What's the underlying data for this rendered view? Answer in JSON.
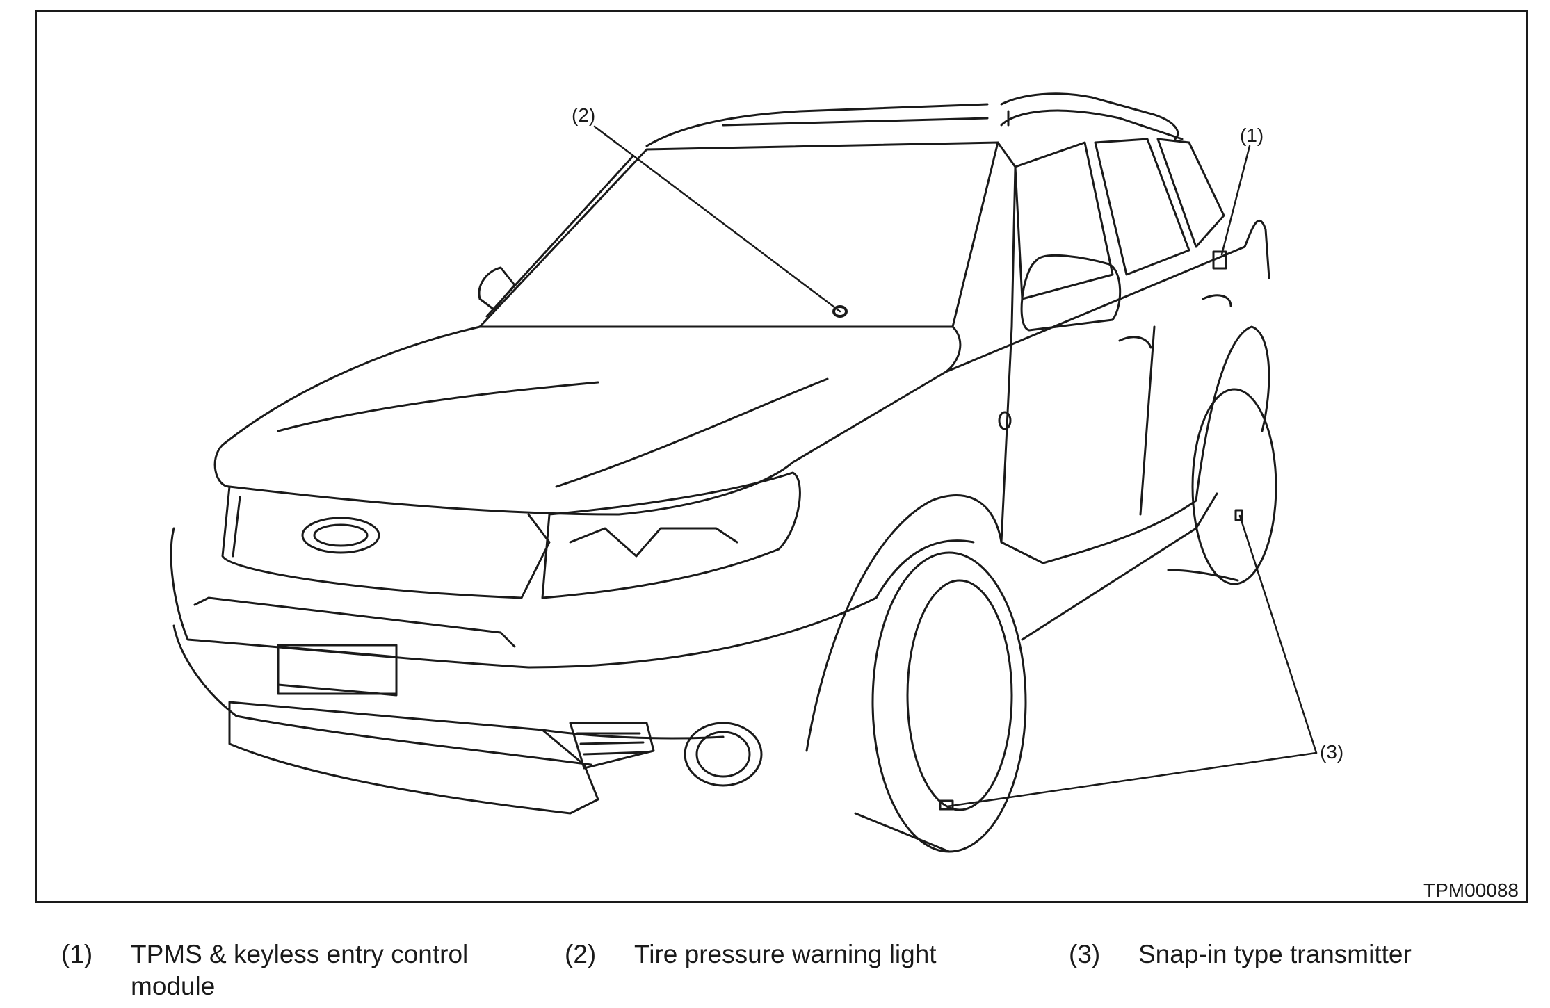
{
  "figure": {
    "code": "TPM00088",
    "callouts": {
      "c1": "(1)",
      "c2": "(2)",
      "c3": "(3)"
    }
  },
  "legend": [
    {
      "num": "(1)",
      "line1": "TPMS & keyless entry control",
      "line2": "module"
    },
    {
      "num": "(2)",
      "line1": "Tire pressure warning light"
    },
    {
      "num": "(3)",
      "line1": "Snap-in type transmitter"
    }
  ]
}
